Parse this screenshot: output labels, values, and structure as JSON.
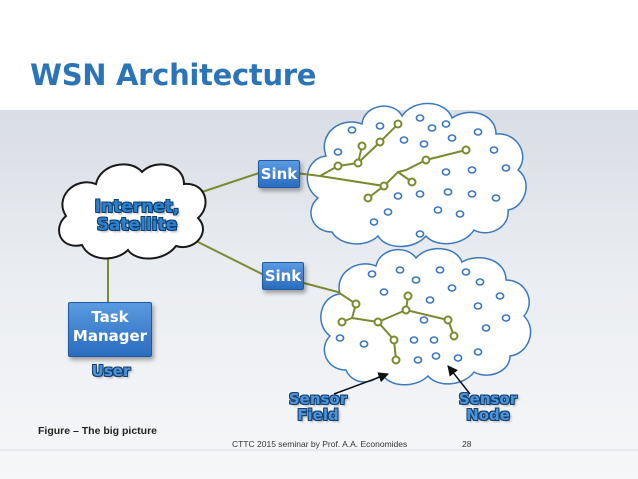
{
  "slide": {
    "title": "WSN Architecture",
    "caption": "Figure – The big picture",
    "footer_text": "CTTC 2015 seminar by Prof. A.A. Economides",
    "page_number": "28"
  },
  "diagram": {
    "internet_cloud_line1": "Internet,",
    "internet_cloud_line2": "Satellite",
    "sink_top": "Sink",
    "sink_bottom": "Sink",
    "task_manager_line1": "Task",
    "task_manager_line2": "Manager",
    "user_label": "User",
    "sensor_field_line1": "Sensor",
    "sensor_field_line2": "Field",
    "sensor_node_line1": "Sensor",
    "sensor_node_line2": "Node"
  },
  "colors": {
    "title": "#2b74b8",
    "box_fill": "#3b7fd0",
    "link": "#7a8a2e",
    "node_stroke": "#3a79bd"
  }
}
